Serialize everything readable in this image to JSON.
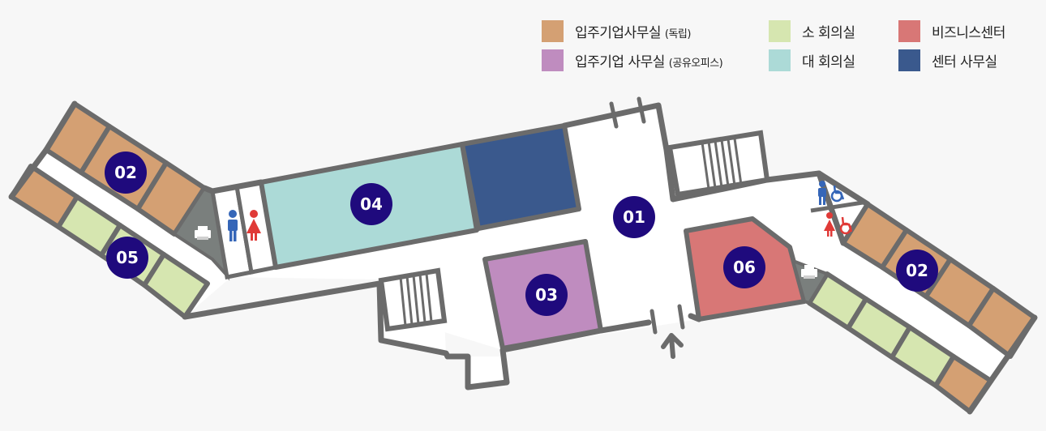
{
  "colors": {
    "independent_office": "#d4a073",
    "shared_office": "#bf8cbf",
    "small_meeting": "#d6e6b0",
    "large_meeting": "#acdad7",
    "business_center": "#d87776",
    "center_office": "#3a598d",
    "wall": "#6b6b6b",
    "floor": "#ffffff",
    "marker": "#1f0a7d",
    "restroom_male": "#3566b8",
    "restroom_female": "#e03a37"
  },
  "legend": [
    {
      "id": "independent",
      "label": "입주기업사무실",
      "suffix": "(독립)",
      "color": "#d4a073"
    },
    {
      "id": "shared",
      "label": "입주기업 사무실",
      "suffix": "(공유오피스)",
      "color": "#bf8cbf"
    },
    {
      "id": "small-meeting",
      "label": "소 회의실",
      "suffix": "",
      "color": "#d6e6b0"
    },
    {
      "id": "large-meeting",
      "label": "대 회의실",
      "suffix": "",
      "color": "#acdad7"
    },
    {
      "id": "business-center",
      "label": "비즈니스센터",
      "suffix": "",
      "color": "#d87776"
    },
    {
      "id": "center-office",
      "label": "센터 사무실",
      "suffix": "",
      "color": "#3a598d"
    }
  ],
  "markers": {
    "m01": "01",
    "m02_left": "02",
    "m02_right": "02",
    "m03": "03",
    "m04": "04",
    "m05": "05",
    "m06": "06"
  },
  "icons": [
    "male-restroom-icon",
    "female-restroom-icon",
    "accessible-icon",
    "printer-icon",
    "entrance-arrow-icon"
  ]
}
